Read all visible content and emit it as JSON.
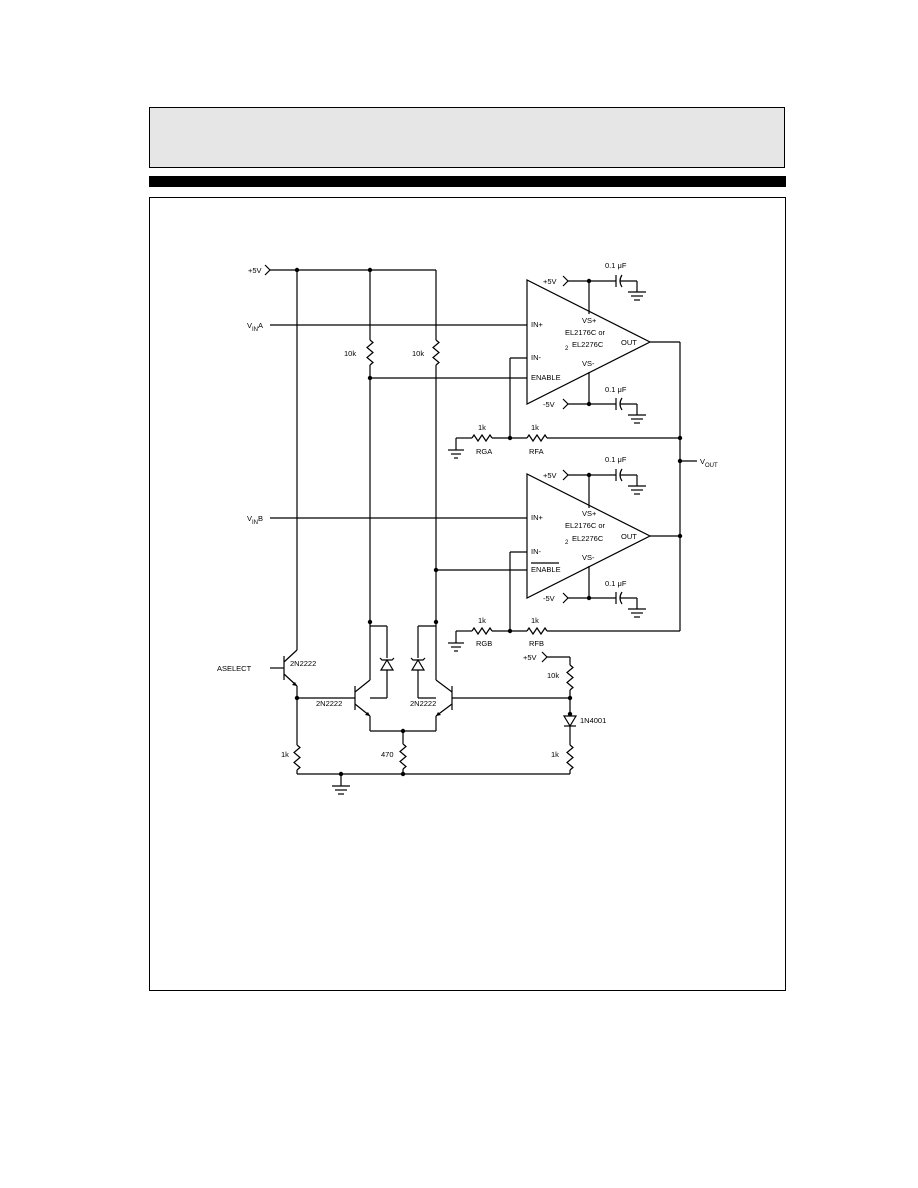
{
  "labels": {
    "supply_pos": "+5V",
    "vin_a_main": "V",
    "vin_a_sub": "IN",
    "vin_a_suffix": "A",
    "vin_b_main": "V",
    "vin_b_sub": "IN",
    "vin_b_suffix": "B",
    "vout_main": "V",
    "vout_sub": "OUT",
    "a_select": "ASELECT",
    "q_select": "2N2222",
    "q_left": "2N2222",
    "q_right": "2N2222",
    "r_pullup_left": "10k",
    "r_pullup_right": "10k",
    "r_q1_emitter": "1k",
    "r_tail": "470",
    "r_bias_top": "10k",
    "r_bias_bottom": "1k",
    "diode": "1N4001",
    "bias_supply": "+5V",
    "opamp_a": {
      "pos_supply": "+5V",
      "neg_supply": "-5V",
      "cap_top": "0.1 μF",
      "cap_bottom": "0.1 μF",
      "pin_np": "IN+",
      "pin_nm": "IN-",
      "pin_enable": "ENABLE",
      "pin_vsp": "VS+",
      "pin_vsm": "VS-",
      "pin_out": "OUT",
      "part_line1": "EL2176C or",
      "part_line2": "EL2276C",
      "part_sub": "2",
      "rg_value": "1k",
      "rg_name": "RGA",
      "rf_value": "1k",
      "rf_name": "RFA"
    },
    "opamp_b": {
      "pos_supply": "+5V",
      "neg_supply": "-5V",
      "cap_top": "0.1 μF",
      "cap_bottom": "0.1 μF",
      "pin_np": "IN+",
      "pin_nm": "IN-",
      "pin_enable": "ENABLE",
      "pin_vsp": "VS+",
      "pin_vsm": "VS-",
      "pin_out": "OUT",
      "part_line1": "EL2176C or",
      "part_line2": "EL2276C",
      "part_sub": "2",
      "rg_value": "1k",
      "rg_name": "RGB",
      "rf_value": "1k",
      "rf_name": "RFB"
    }
  }
}
